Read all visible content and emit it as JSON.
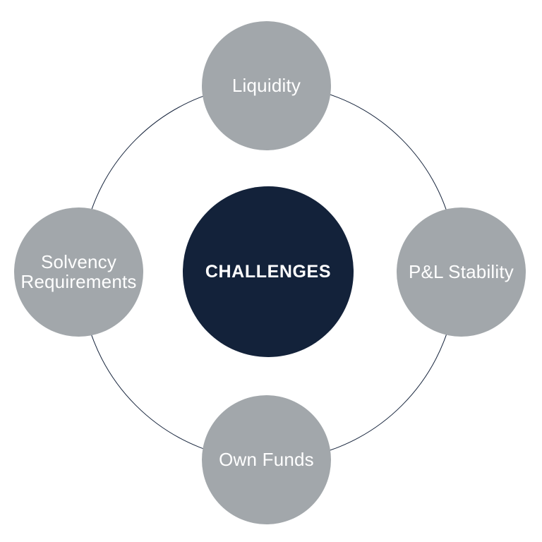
{
  "diagram": {
    "type": "hub-and-spoke",
    "center": {
      "label": "CHALLENGES"
    },
    "satellites": [
      {
        "id": "liquidity",
        "label": "Liquidity",
        "position": "top"
      },
      {
        "id": "pl-stability",
        "label": "P&L Stability",
        "position": "right"
      },
      {
        "id": "own-funds",
        "label": "Own Funds",
        "position": "bottom"
      },
      {
        "id": "solvency-requirements",
        "label": "Solvency Requirements",
        "position": "left"
      }
    ],
    "colors": {
      "background": "#ffffff",
      "center_circle": "#13223a",
      "satellite_circle": "#a2a7ab",
      "ring_stroke": "#16243c",
      "label_text": "#ffffff"
    }
  }
}
